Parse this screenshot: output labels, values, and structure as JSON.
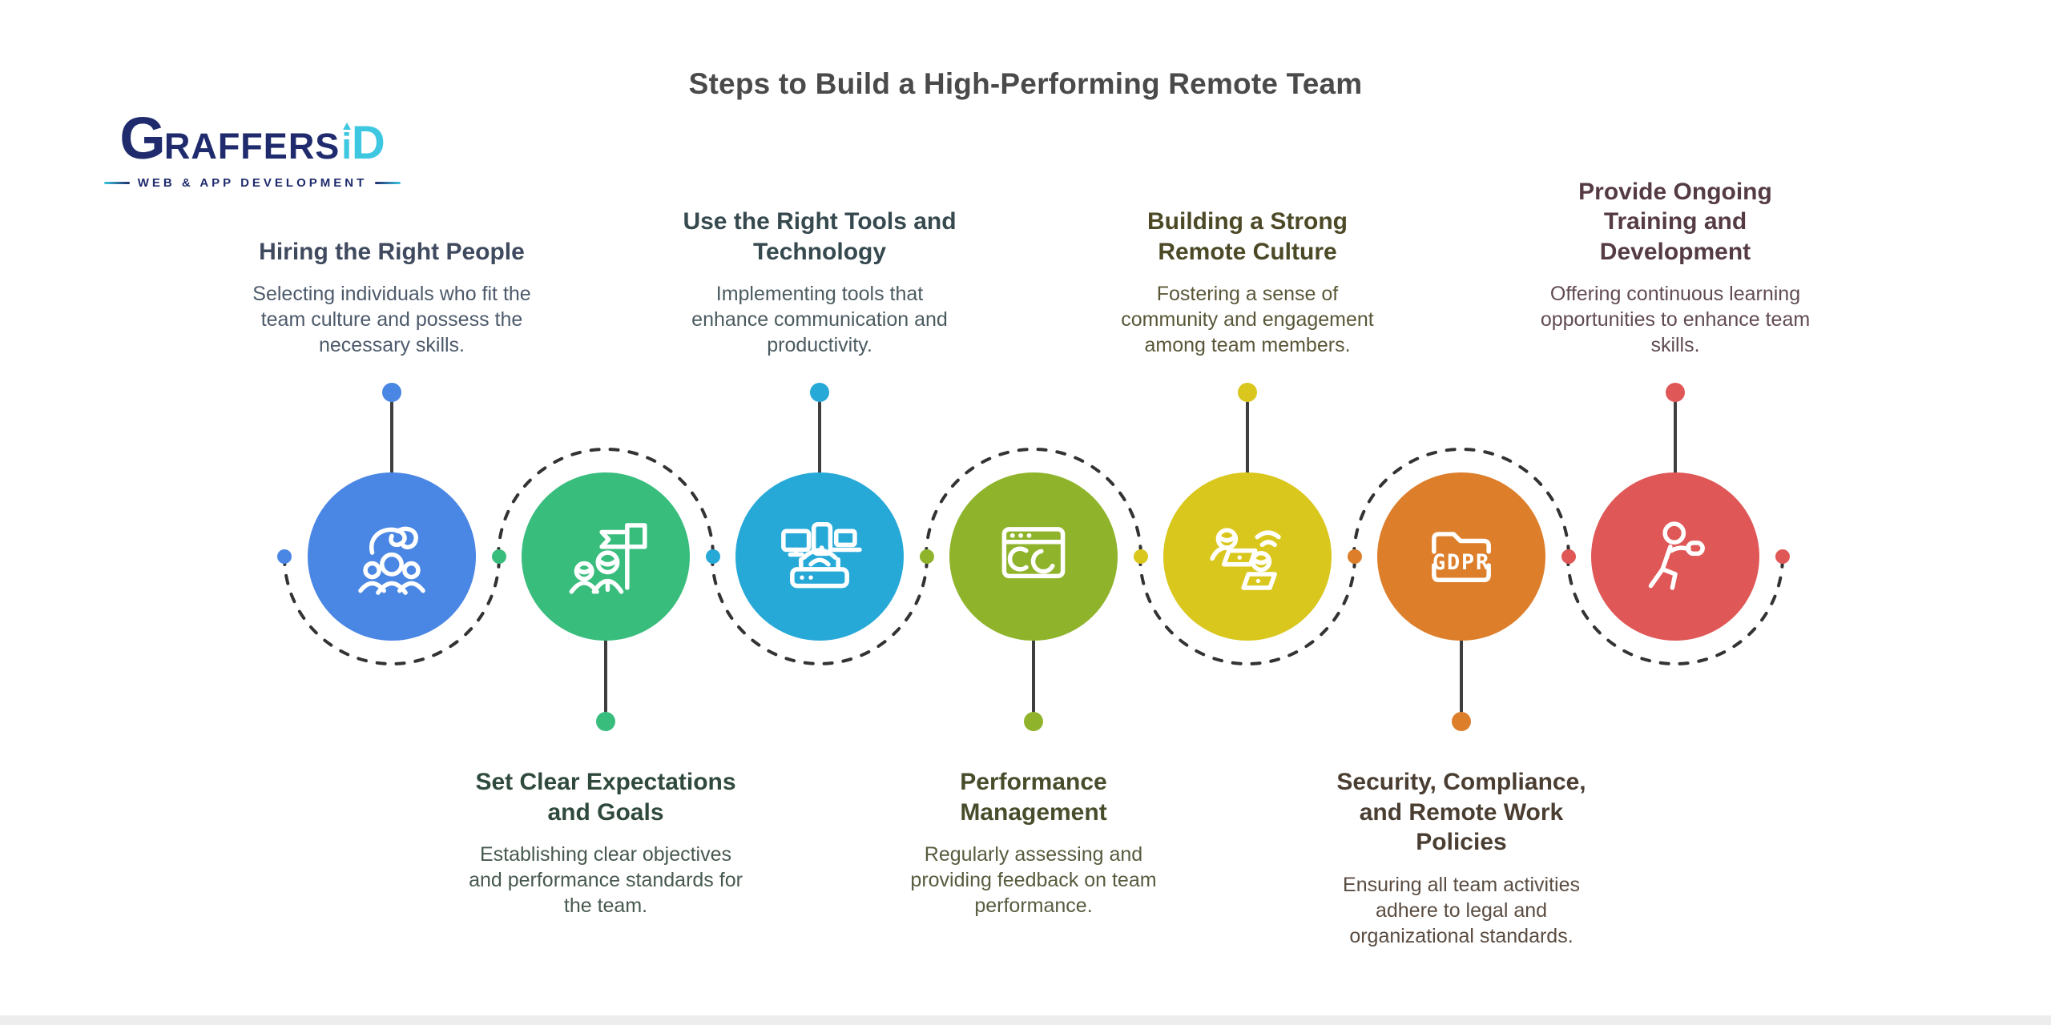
{
  "title": "Steps to Build a High-Performing Remote Team",
  "title_color": "#4a4a4a",
  "logo": {
    "g": "G",
    "raffers": "RAFFERS",
    "i": "i",
    "d": "D",
    "tagline": "WEB & APP DEVELOPMENT",
    "navy": "#1f2b6d",
    "cyan": "#3ec7e0"
  },
  "connector_line_color": "#3e3e3e",
  "connector_arc_color": "#333333",
  "connector_dots": [
    "#4a86e4",
    "#38bd7d",
    "#27a9d8",
    "#8fb42c",
    "#d9c71e",
    "#dd7e2b",
    "#e05757",
    "#e05757"
  ],
  "steps": [
    {
      "title": "Hiring the Right People",
      "description": "Selecting individuals who fit the\nteam culture and possess the\nnecessary skills.",
      "color": "#4a86e4",
      "heading_color": "#3f4a5f",
      "desc_color": "#4d5a6b",
      "icon": "hiring-people-icon"
    },
    {
      "title": "Set Clear Expectations\nand Goals",
      "description": "Establishing clear objectives\nand performance standards for\nthe team.",
      "color": "#38bd7d",
      "heading_color": "#2f4a3c",
      "desc_color": "#47594e",
      "icon": "goals-flag-icon"
    },
    {
      "title": "Use the Right Tools and\nTechnology",
      "description": "Implementing tools that\nenhance communication and\nproductivity.",
      "color": "#27a9d8",
      "heading_color": "#35494f",
      "desc_color": "#4b5b60",
      "icon": "devices-router-icon"
    },
    {
      "title": "Performance\nManagement",
      "description": "Regularly assessing and\nproviding feedback on team\nperformance.",
      "color": "#8fb42c",
      "heading_color": "#474d2b",
      "desc_color": "#565c3e",
      "icon": "performance-browser-icon"
    },
    {
      "title": "Building a Strong\nRemote Culture",
      "description": "Fostering a sense of\ncommunity and engagement\namong team members.",
      "color": "#d9c71e",
      "heading_color": "#4c4926",
      "desc_color": "#5a5738",
      "icon": "remote-collaboration-icon"
    },
    {
      "title": "Security, Compliance,\nand Remote Work\nPolicies",
      "description": "Ensuring all team activities\nadhere to legal and\norganizational standards.",
      "color": "#dd7e2b",
      "heading_color": "#4a3d31",
      "desc_color": "#5a4c41",
      "icon": "gdpr-folder-icon",
      "icon_text": "GDPR"
    },
    {
      "title": "Provide Ongoing\nTraining and\nDevelopment",
      "description": "Offering continuous learning\nopportunities to enhance team\nskills.",
      "color": "#e05757",
      "heading_color": "#553b43",
      "desc_color": "#614b52",
      "icon": "training-person-icon"
    }
  ]
}
